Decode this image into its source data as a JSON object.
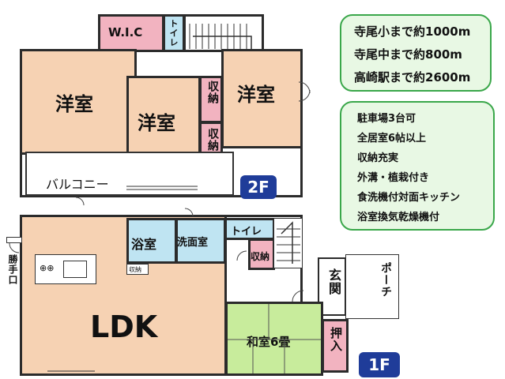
{
  "floor2": {
    "badge": "2F",
    "wic": "W.I.C",
    "toilet": "トイレ",
    "room_west": "洋室",
    "room_center": "洋室",
    "room_east": "洋室",
    "storage_a": "収納",
    "storage_b": "収納",
    "balcony": "バルコニー"
  },
  "floor1": {
    "badge": "1F",
    "bath": "浴室",
    "washroom": "洗面室",
    "toilet": "トイレ",
    "storage": "収納",
    "kitchen_storage": "収納",
    "back_door": "勝手口",
    "ldk": "LDK",
    "entrance": "玄関",
    "porch": "ポーチ",
    "washitsu": "和室6畳",
    "oshiire": "押入"
  },
  "access": [
    "寺尾小まで約1000m",
    "寺尾中まで約800m",
    "高崎駅まで約2600m"
  ],
  "features": [
    "駐車場3台可",
    "全居室6帖以上",
    "収納充実",
    "外溝・植栽付き",
    "食洗機付対面キッチン",
    "浴室換気乾燥機付"
  ],
  "colors": {
    "room_fill": "#f6d2b3",
    "storage_fill": "#f2b3c0",
    "wet_fill": "#bfe4f2",
    "washitsu_fill": "#c8ec9c",
    "badge": "#1f3c99",
    "info_border": "#3aa74a",
    "info_fill": "#e8f8e4"
  }
}
